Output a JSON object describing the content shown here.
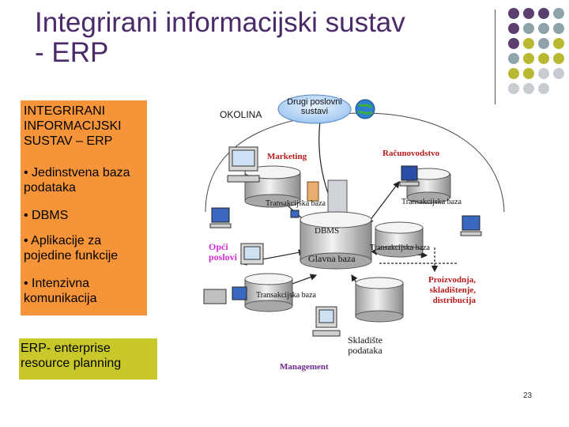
{
  "slide": {
    "title_line1": "Integrirani informacijski sustav",
    "title_line2": "- ERP",
    "page_number": "23"
  },
  "left_box": {
    "heading": "INTEGRIRANI INFORMACIJSKI SUSTAV – ERP",
    "bullets": [
      "• Jedinstvena baza podataka",
      "• DBMS",
      "• Aplikacije za pojedine funkcije",
      "• Intenzivna komunikacija"
    ]
  },
  "erp_box": {
    "text": "ERP- enterprise resource planning"
  },
  "diagram": {
    "okolina": "OKOLINA",
    "drugi_line1": "Drugi poslovni",
    "drugi_line2": "sustavi",
    "marketing": "Marketing",
    "racunovodstvo": "Računovodstvo",
    "dbms": "DBMS",
    "glavna_baza": "Glavna baza",
    "transakcijska_baza": "Transakcijska baza",
    "opci_line1": "Opći",
    "opci_line2": "poslovi",
    "proizvodnja_line1": "Proizvodnja,",
    "proizvodnja_line2": "skladištenje,",
    "proizvodnja_line3": "distribucija",
    "skladiste_line1": "Skladište",
    "skladiste_line2": "podataka",
    "management": "Management"
  },
  "colors": {
    "title": "#4a2a68",
    "orange_box": "#f6943a",
    "yellow_box": "#c8c82b",
    "dot_purple": "#5c3f6e",
    "dot_gray": "#8fa3aa",
    "dot_olive": "#b9b832",
    "dot_light": "#c8cbd2"
  }
}
